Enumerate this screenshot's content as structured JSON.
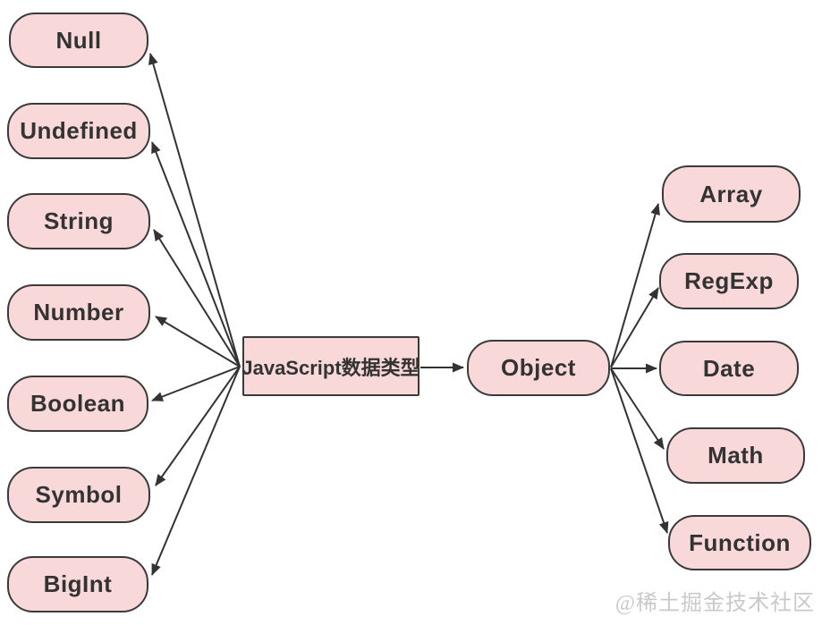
{
  "diagram": {
    "title_node": {
      "label": "JavaScript数据类型"
    },
    "object_node": {
      "label": "Object"
    },
    "primitives": [
      {
        "label": "Null"
      },
      {
        "label": "Undefined"
      },
      {
        "label": "String"
      },
      {
        "label": "Number"
      },
      {
        "label": "Boolean"
      },
      {
        "label": "Symbol"
      },
      {
        "label": "BigInt"
      }
    ],
    "object_types": [
      {
        "label": "Array"
      },
      {
        "label": "RegExp"
      },
      {
        "label": "Date"
      },
      {
        "label": "Math"
      },
      {
        "label": "Function"
      }
    ],
    "edges": [
      "JavaScript数据类型->Null",
      "JavaScript数据类型->Undefined",
      "JavaScript数据类型->String",
      "JavaScript数据类型->Number",
      "JavaScript数据类型->Boolean",
      "JavaScript数据类型->Symbol",
      "JavaScript数据类型->BigInt",
      "JavaScript数据类型->Object",
      "Object->Array",
      "Object->RegExp",
      "Object->Date",
      "Object->Math",
      "Object->Function"
    ]
  },
  "watermark": "@稀土掘金技术社区",
  "colors": {
    "bg": "#ffffff",
    "node_fill": "#f8d8d8",
    "node_border": "#3a3a3a",
    "arrow": "#333333",
    "text": "#333333",
    "watermark": "#c9c9c9"
  }
}
